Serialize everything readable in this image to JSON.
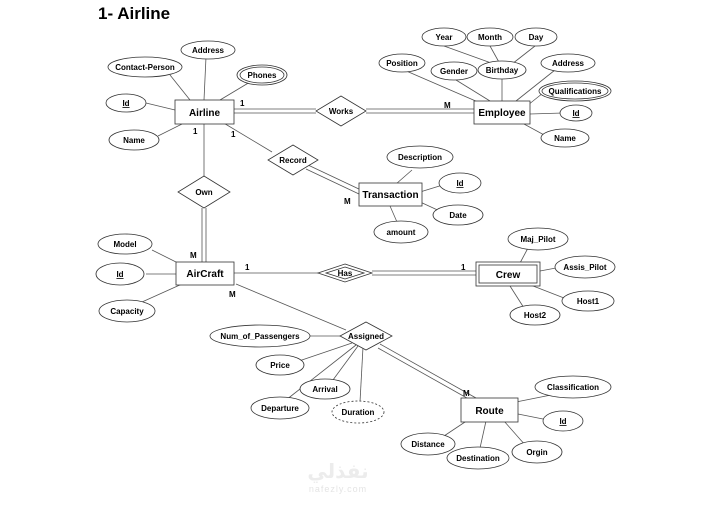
{
  "title": "1- Airline",
  "entities": {
    "airline": "Airline",
    "employee": "Employee",
    "transaction": "Transaction",
    "aircraft": "AirCraft",
    "crew": "Crew",
    "route": "Route"
  },
  "relationships": {
    "works": "Works",
    "record": "Record",
    "own": "Own",
    "has": "Has",
    "assigned": "Assigned"
  },
  "attributes": {
    "airline": {
      "address": "Address",
      "contact_person": "Contact-Person",
      "phones": "Phones",
      "id": "Id",
      "name": "Name"
    },
    "employee": {
      "year": "Year",
      "month": "Month",
      "day": "Day",
      "position": "Position",
      "gender": "Gender",
      "birthday": "Birthday",
      "address": "Address",
      "qualifications": "Qualifications",
      "id": "Id",
      "name": "Name"
    },
    "transaction": {
      "description": "Description",
      "id": "Id",
      "date": "Date",
      "amount": "amount"
    },
    "aircraft": {
      "model": "Model",
      "id": "Id",
      "capacity": "Capacity"
    },
    "crew": {
      "maj_pilot": "Maj_Pilot",
      "assis_pilot": "Assis_Pilot",
      "host1": "Host1",
      "host2": "Host2"
    },
    "assigned": {
      "num_of_passengers": "Num_of_Passengers",
      "price": "Price",
      "arrival": "Arrival",
      "departure": "Departure",
      "duration": "Duration"
    },
    "route": {
      "classification": "Classification",
      "id": "Id",
      "distance": "Distance",
      "destination": "Destination",
      "orgin": "Orgin"
    }
  },
  "cardinalities": {
    "works_airline": "1",
    "works_employee": "M",
    "record_airline": "1",
    "record_transaction": "M",
    "own_airline": "1",
    "own_aircraft": "M",
    "has_aircraft": "1",
    "has_crew": "1",
    "assigned_aircraft": "M",
    "assigned_route": "M"
  },
  "watermark": {
    "arabic": "نفذلي",
    "latin": "nafezly.com"
  }
}
